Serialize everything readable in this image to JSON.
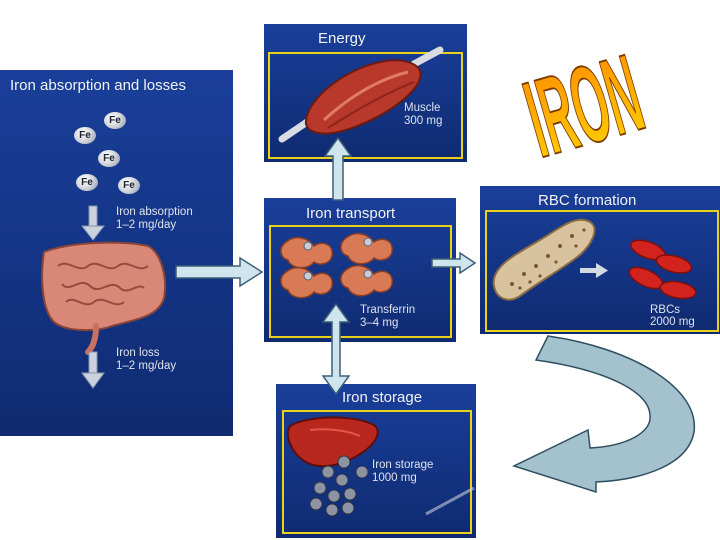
{
  "title": "IRON",
  "fe_symbol": "Fe",
  "panels": {
    "absorption": {
      "title": "Iron absorption and losses",
      "absorption_label": "Iron absorption",
      "absorption_value": "1–2 mg/day",
      "loss_label": "Iron loss",
      "loss_value": "1–2 mg/day"
    },
    "energy": {
      "title": "Energy",
      "label": "Muscle",
      "value": "300 mg"
    },
    "transport": {
      "title": "Iron transport",
      "label": "Transferrin",
      "value": "3–4 mg"
    },
    "rbc": {
      "title": "RBC formation",
      "label": "RBCs",
      "value": "2000 mg"
    },
    "storage": {
      "title": "Iron storage",
      "label": "Iron storage",
      "value": "1000 mg"
    }
  },
  "colors": {
    "panel_blue": "#143586",
    "frame_yellow": "#e8d21a",
    "arrow_fill": "#cfe5ee",
    "arrow_stroke": "#3c5f78",
    "curved_arrow_fill": "#a4c2cd",
    "title_gradient_top": "#ff8a00",
    "title_gradient_bottom": "#ffd400"
  }
}
